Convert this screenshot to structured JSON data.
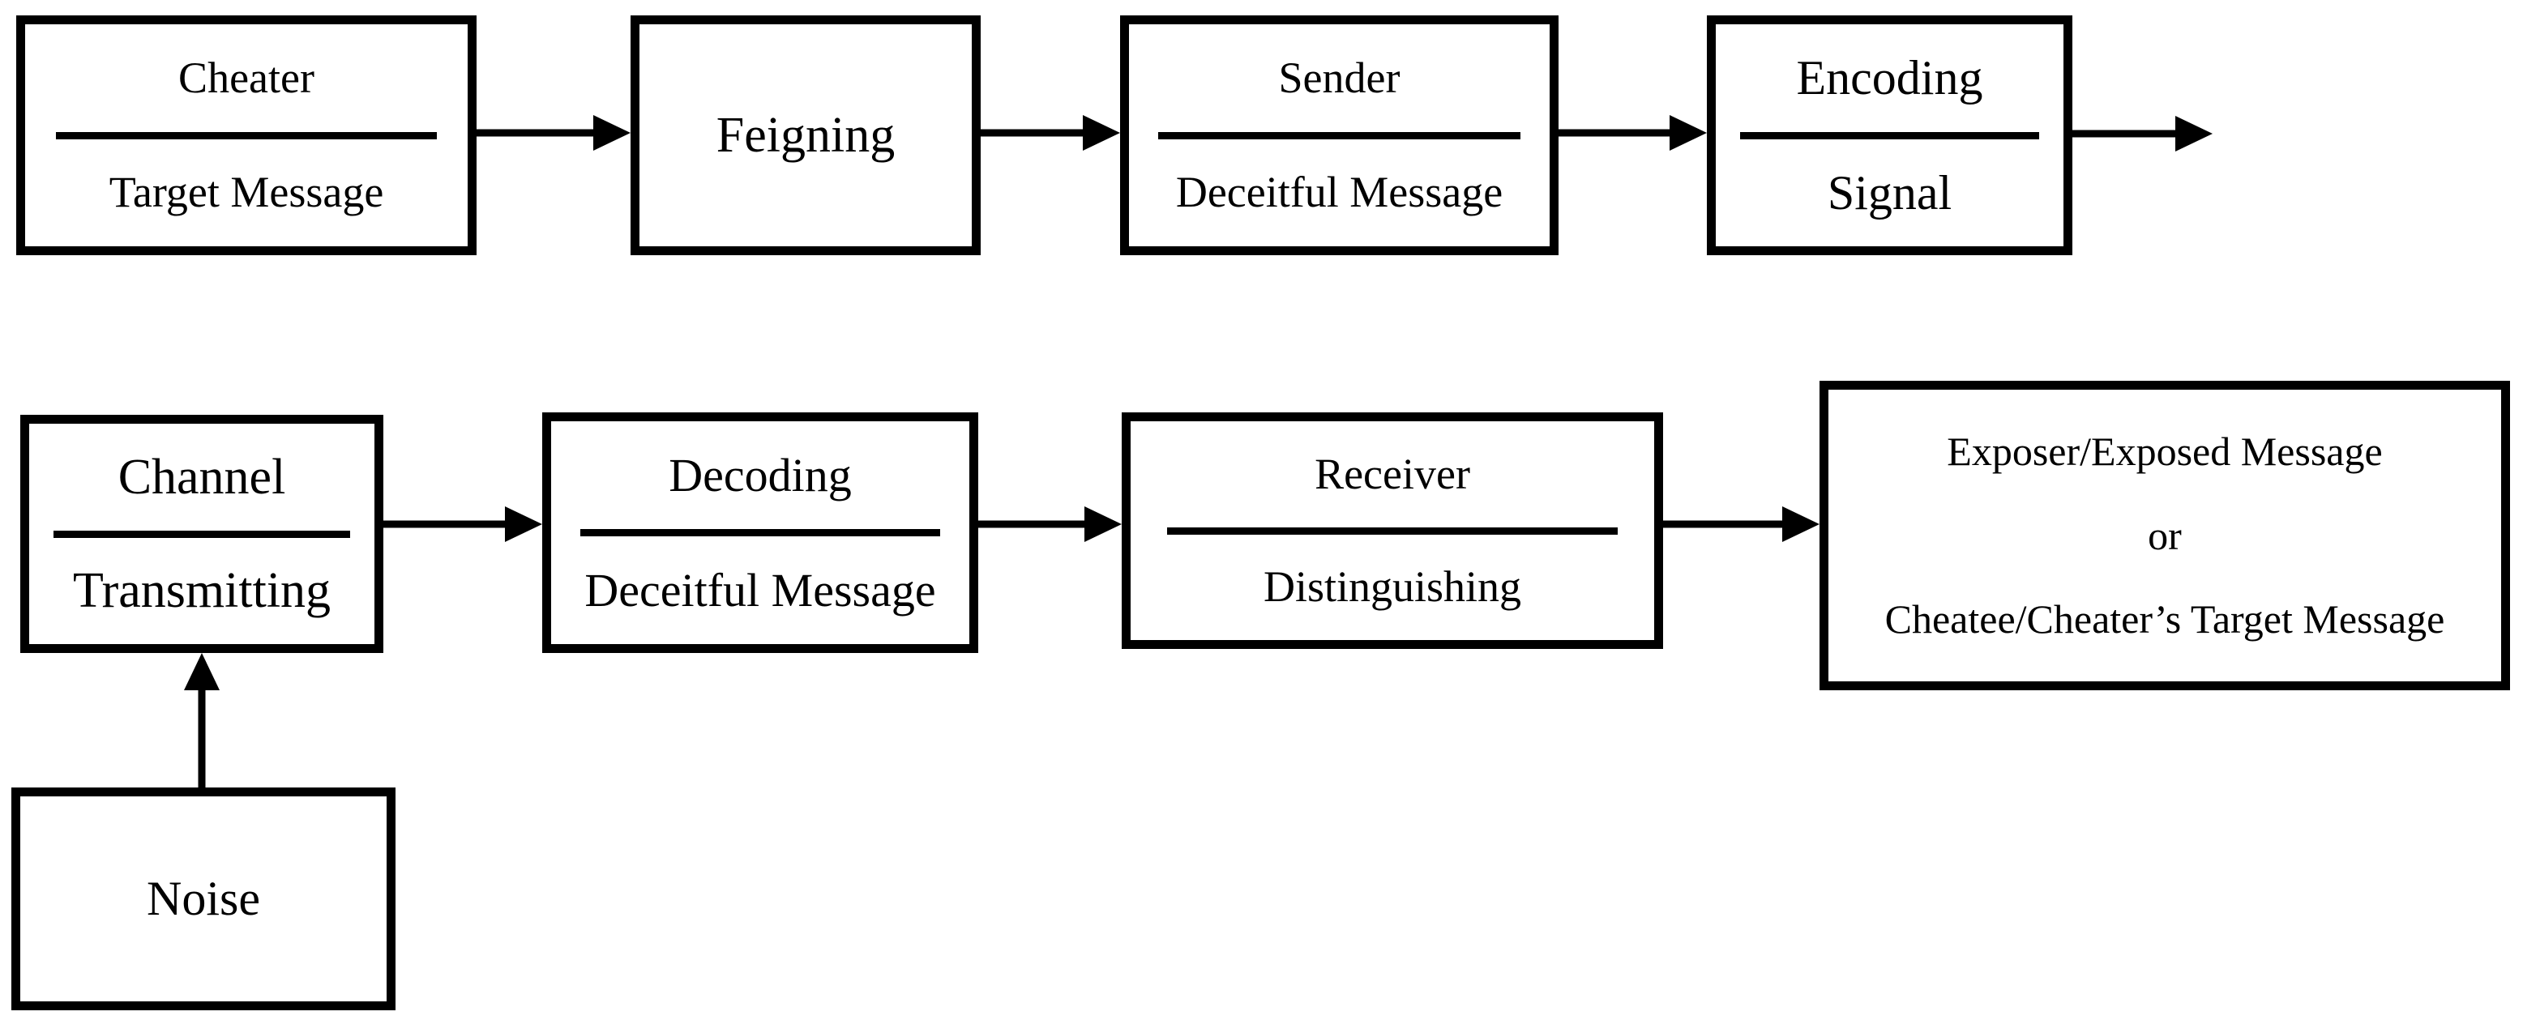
{
  "diagram": {
    "boxes": {
      "cheater": {
        "top": "Cheater",
        "bottom": "Target Message"
      },
      "feigning": {
        "label": "Feigning"
      },
      "sender": {
        "top": "Sender",
        "bottom": "Deceitful Message"
      },
      "encoding": {
        "top": "Encoding",
        "bottom": "Signal"
      },
      "channel": {
        "top": "Channel",
        "bottom": "Transmitting"
      },
      "decoding": {
        "top": "Decoding",
        "bottom": "Deceitful Message"
      },
      "receiver": {
        "top": "Receiver",
        "bottom": "Distinguishing"
      },
      "exposer": {
        "line1": "Exposer/Exposed Message",
        "line2": "or",
        "line3": "Cheatee/Cheater’s Target Message"
      },
      "noise": {
        "label": "Noise"
      }
    },
    "colors": {
      "line": "#000000",
      "background": "#ffffff"
    }
  }
}
